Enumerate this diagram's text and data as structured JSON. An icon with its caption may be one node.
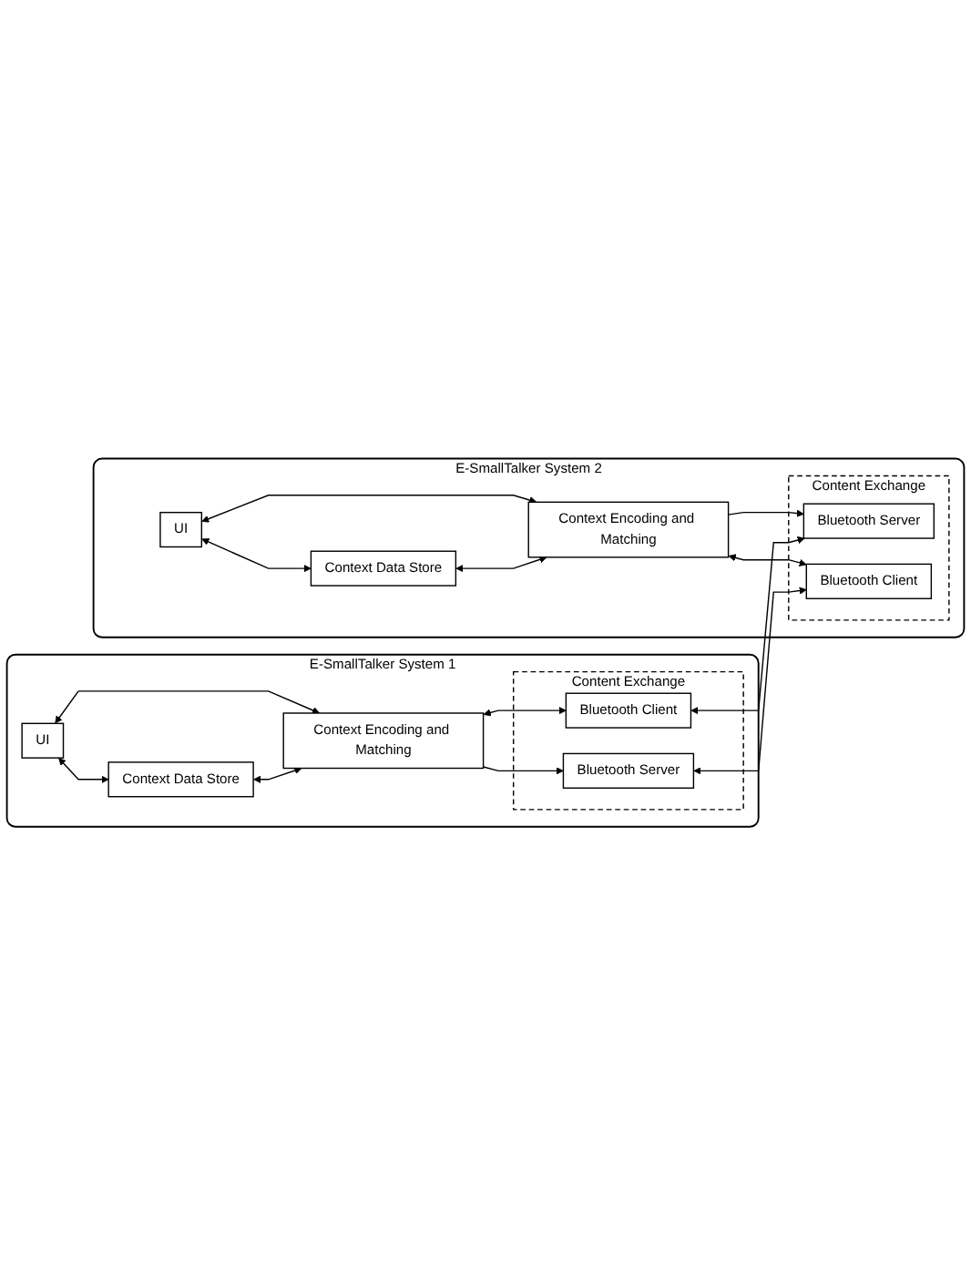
{
  "diagram": {
    "nodes": [
      {
        "text": [
          "E-SmallTalker System 1"
        ]
      },
      {
        "text": [
          "UI"
        ],
        "in": 0
      },
      {
        "text": [
          "Context Data Store"
        ],
        "in": 0
      },
      {
        "text": [
          "Context Encoding and Matching"
        ],
        "in": 0
      },
      {
        "text": [
          "Content Exchange"
        ],
        "in": 0
      },
      {
        "text": [
          "Bluetooth Server"
        ],
        "in": 4
      },
      {
        "text": [
          "Bluetooth Client"
        ],
        "in": 4
      },
      {
        "text": [
          "E-SmallTalker System 2"
        ]
      },
      {
        "text": [
          "UI"
        ],
        "in": 7
      },
      {
        "text": [
          "Context Data Store"
        ],
        "in": 7
      },
      {
        "text": [
          "Context Encoding and Matching"
        ],
        "in": 7
      },
      {
        "text": [
          "Content Exchange"
        ],
        "in": 7
      },
      {
        "text": [
          "Bluetooth Server"
        ],
        "in": 11
      },
      {
        "text": [
          "Bluetooth Client"
        ],
        "in": 11
      }
    ],
    "edges": [
      {
        "from": 1,
        "to": 2,
        "arrow": "both"
      },
      {
        "from": 1,
        "to": 3,
        "arrow": "both"
      },
      {
        "from": 2,
        "to": 3,
        "arrow": "both"
      },
      {
        "from": 3,
        "to": 5,
        "arrow": "to"
      },
      {
        "from": 3,
        "to": 6,
        "arrow": "both"
      },
      {
        "from": 8,
        "to": 9,
        "arrow": "both"
      },
      {
        "from": 8,
        "to": 10,
        "arrow": "both"
      },
      {
        "from": 9,
        "to": 10,
        "arrow": "both"
      },
      {
        "from": 10,
        "to": 12,
        "arrow": "to"
      },
      {
        "from": 10,
        "to": 13,
        "arrow": "both"
      },
      {
        "from": 5,
        "to": 13,
        "arrow": "both"
      },
      {
        "from": 6,
        "to": 12,
        "arrow": "both"
      }
    ]
  }
}
